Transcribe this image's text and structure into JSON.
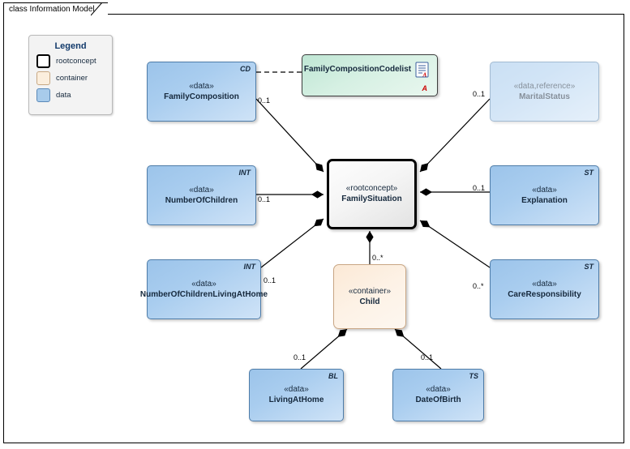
{
  "diagram": {
    "tab_label": "class Information Model"
  },
  "legend": {
    "title": "Legend",
    "items": [
      {
        "label": "rootconcept",
        "swatch": "rootconcept-swatch",
        "color": "#ffffff"
      },
      {
        "label": "container",
        "swatch": "container-swatch",
        "color": "#fbeedd"
      },
      {
        "label": "data",
        "swatch": "data-swatch",
        "color": "#a8cbeb"
      }
    ]
  },
  "nodes": {
    "family_composition": {
      "stereotype": "«data»",
      "name": "FamilyComposition",
      "type_tag": "CD",
      "kind": "data"
    },
    "family_composition_codelist": {
      "name": "FamilyCompositionCodelist",
      "marker": "A",
      "icon": "document-icon",
      "kind": "codelist"
    },
    "marital_status": {
      "stereotype": "«data,reference»",
      "name": "MaritalStatus",
      "type_tag": "",
      "kind": "data-reference"
    },
    "number_of_children": {
      "stereotype": "«data»",
      "name": "NumberOfChildren",
      "type_tag": "INT",
      "kind": "data"
    },
    "family_situation": {
      "stereotype": "«rootconcept»",
      "name": "FamilySituation",
      "type_tag": "",
      "kind": "rootconcept"
    },
    "explanation": {
      "stereotype": "«data»",
      "name": "Explanation",
      "type_tag": "ST",
      "kind": "data"
    },
    "number_of_children_living_at_home": {
      "stereotype": "«data»",
      "name": "NumberOfChildrenLivingAtHome",
      "type_tag": "INT",
      "kind": "data"
    },
    "child": {
      "stereotype": "«container»",
      "name": "Child",
      "type_tag": "",
      "kind": "container"
    },
    "care_responsibility": {
      "stereotype": "«data»",
      "name": "CareResponsibility",
      "type_tag": "ST",
      "kind": "data"
    },
    "living_at_home": {
      "stereotype": "«data»",
      "name": "LivingAtHome",
      "type_tag": "BL",
      "kind": "data"
    },
    "date_of_birth": {
      "stereotype": "«data»",
      "name": "DateOfBirth",
      "type_tag": "TS",
      "kind": "data"
    }
  },
  "multiplicities": {
    "family_composition": "0..1",
    "marital_status": "0..1",
    "number_of_children": "0..1",
    "explanation": "0..1",
    "number_of_children_living_at_home": "0..1",
    "care_responsibility": "0..*",
    "child": "0..*",
    "living_at_home": "0..1",
    "date_of_birth": "0..1"
  }
}
